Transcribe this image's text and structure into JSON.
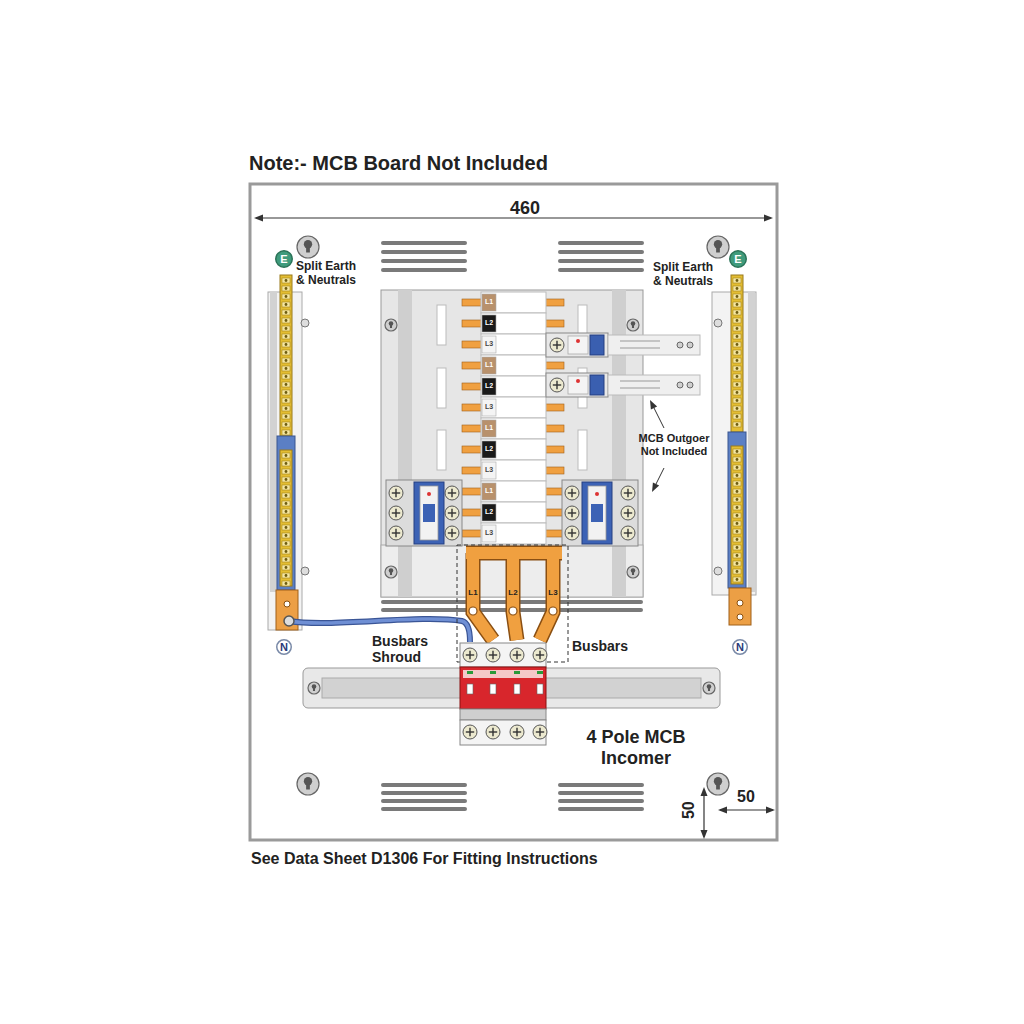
{
  "diagram": {
    "title": "Note:- MCB Board Not Included",
    "caption": "See Data Sheet D1306 For Fitting Instructions",
    "nodes": [
      {
        "text": [
          "E"
        ]
      },
      {
        "text": [
          "E"
        ]
      },
      {
        "text": [
          "N"
        ]
      },
      {
        "text": [
          "N"
        ]
      }
    ],
    "labels": [
      "460",
      "Split Earth & Neutrals",
      "Split Earth & Neutrals",
      "L1",
      "L2",
      "L3",
      "L1",
      "L2",
      "L3",
      "L1",
      "L2",
      "L3",
      "L1",
      "L2",
      "L3",
      "MCB Outgoer Not Included",
      "L1",
      "L2",
      "L3",
      "Busbars Shroud",
      "Busbars",
      "4 Pole MCB Incomer",
      "50",
      "50"
    ]
  }
}
